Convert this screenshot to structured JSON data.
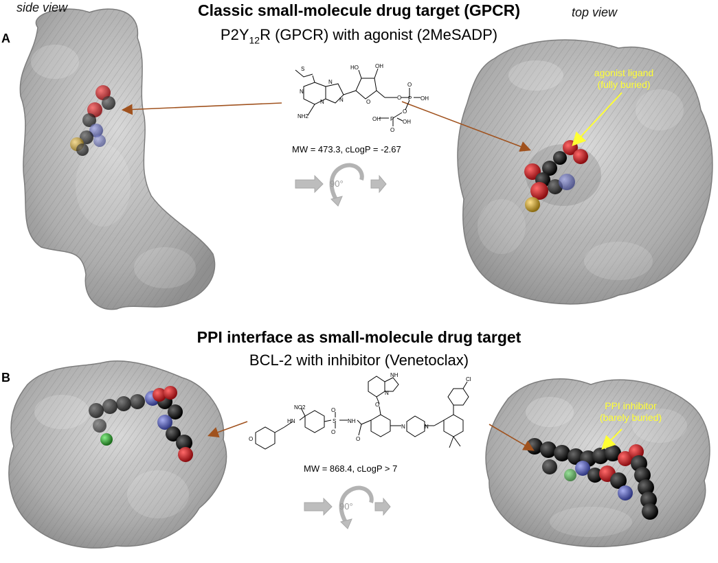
{
  "labels": {
    "side_view": "side view",
    "top_view": "top view"
  },
  "panel_a": {
    "letter": "A",
    "title": "Classic small-molecule drug target (GPCR)",
    "subtitle_prefix": "P2Y",
    "subtitle_subscript": "12",
    "subtitle_suffix": "R (GPCR) with agonist (2MeSADP)",
    "properties": "MW = 473.3, cLogP = -2.67",
    "rotation": "90°",
    "ligand_note_line1": "agonist ligand",
    "ligand_note_line2": "(fully buried)",
    "atoms": [
      "S",
      "N",
      "NH2",
      "N",
      "N",
      "N",
      "HO",
      "OH",
      "O",
      "O",
      "P",
      "O",
      "OH",
      "O",
      "P",
      "O",
      "OH",
      "OH"
    ]
  },
  "panel_b": {
    "letter": "B",
    "title": "PPI interface as small-molecule drug target",
    "subtitle": "BCL-2 with inhibitor (Venetoclax)",
    "properties": "MW = 868.4, cLogP > 7",
    "rotation": "90°",
    "ligand_note_line1": "PPI inhibitor",
    "ligand_note_line2": "(barely buried)",
    "atoms": [
      "NH",
      "N",
      "O",
      "NO2",
      "O",
      "S",
      "O",
      "NH",
      "HN",
      "O",
      "N",
      "N",
      "Cl",
      "O"
    ]
  },
  "colors": {
    "arrow": "#a0521e",
    "yellow_label": "#ffff33",
    "protein_surface": "#8a8a8a",
    "oxygen": "#c0141a",
    "nitrogen": "#4a52a8",
    "carbon": "#202020",
    "sulfur": "#c8a030",
    "chlorine": "#2fa030",
    "rotation_glyph": "#b8b8b8"
  }
}
